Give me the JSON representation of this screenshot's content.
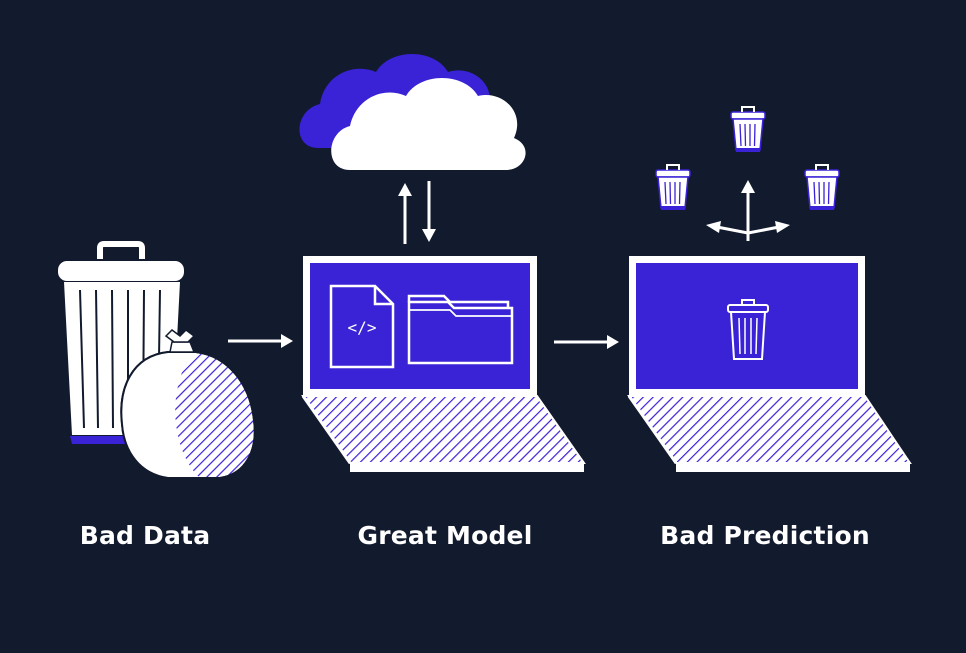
{
  "captions": {
    "bad_data": "Bad Data",
    "great_model": "Great Model",
    "bad_prediction": "Bad Prediction"
  },
  "model_screen": {
    "code_file_glyph": "</>"
  },
  "icons": [
    "trash-can-icon",
    "garbage-bag-icon",
    "arrow-right-icon",
    "cloud-icon",
    "arrow-up-icon",
    "arrow-down-icon",
    "laptop-icon",
    "code-file-icon",
    "folder-icon",
    "trash-can-icon",
    "arrow-spread-icon"
  ],
  "colors": {
    "background": "#121a2e",
    "accent": "#3a22d6",
    "white": "#ffffff"
  }
}
